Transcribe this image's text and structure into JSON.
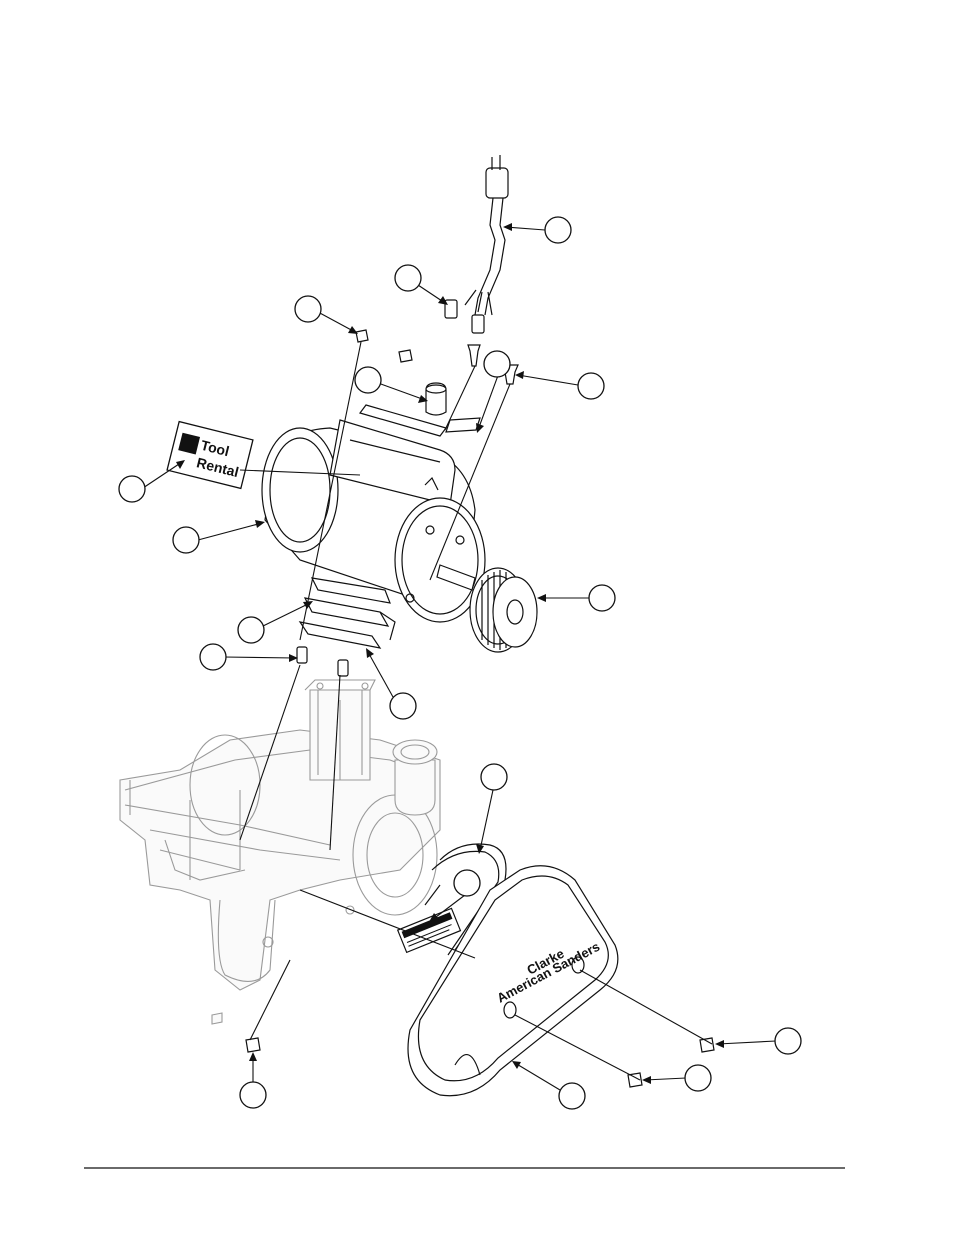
{
  "diagram": {
    "decal_tool_rental": {
      "line1": "Tool",
      "line2": "Rental"
    },
    "decal_guard": {
      "line1": "Clarke",
      "line2": "American Sanders"
    },
    "callouts": [
      {
        "id": "cord"
      },
      {
        "id": "wire-nut"
      },
      {
        "id": "nut-top"
      },
      {
        "id": "strain-relief"
      },
      {
        "id": "screw-top"
      },
      {
        "id": "bolt-top"
      },
      {
        "id": "tool-rental-decal"
      },
      {
        "id": "motor"
      },
      {
        "id": "pulley"
      },
      {
        "id": "motor-plate"
      },
      {
        "id": "stud"
      },
      {
        "id": "shim"
      },
      {
        "id": "belt"
      },
      {
        "id": "warning-decal"
      },
      {
        "id": "guard-screw-right"
      },
      {
        "id": "guard-screw-left"
      },
      {
        "id": "belt-guard"
      },
      {
        "id": "nut-bottom"
      }
    ]
  }
}
